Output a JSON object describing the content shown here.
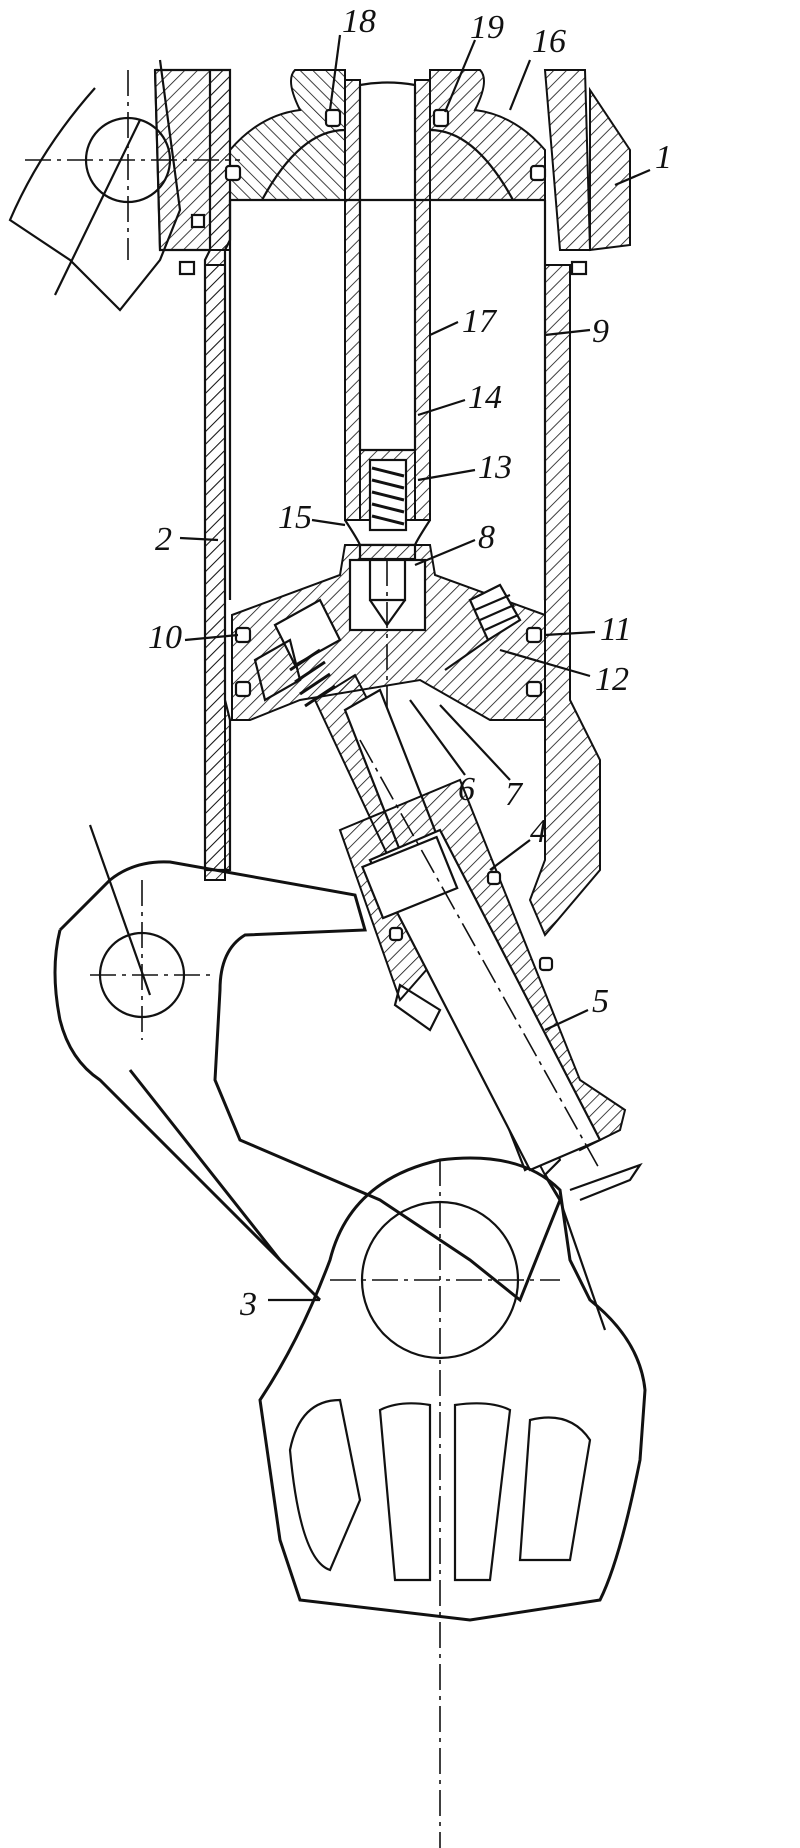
{
  "diagram": {
    "callouts": [
      {
        "id": "c1",
        "text": "1"
      },
      {
        "id": "c2",
        "text": "2"
      },
      {
        "id": "c3",
        "text": "3"
      },
      {
        "id": "c4",
        "text": "4"
      },
      {
        "id": "c5",
        "text": "5"
      },
      {
        "id": "c6",
        "text": "6"
      },
      {
        "id": "c7",
        "text": "7"
      },
      {
        "id": "c8",
        "text": "8"
      },
      {
        "id": "c9",
        "text": "9"
      },
      {
        "id": "c10",
        "text": "10"
      },
      {
        "id": "c11",
        "text": "11"
      },
      {
        "id": "c12",
        "text": "12"
      },
      {
        "id": "c13",
        "text": "13"
      },
      {
        "id": "c14",
        "text": "14"
      },
      {
        "id": "c15",
        "text": "15"
      },
      {
        "id": "c16",
        "text": "16"
      },
      {
        "id": "c17",
        "text": "17"
      },
      {
        "id": "c18",
        "text": "18"
      },
      {
        "id": "c19",
        "text": "19"
      }
    ],
    "colors": {
      "ink": "#111111",
      "paper": "#ffffff"
    }
  }
}
